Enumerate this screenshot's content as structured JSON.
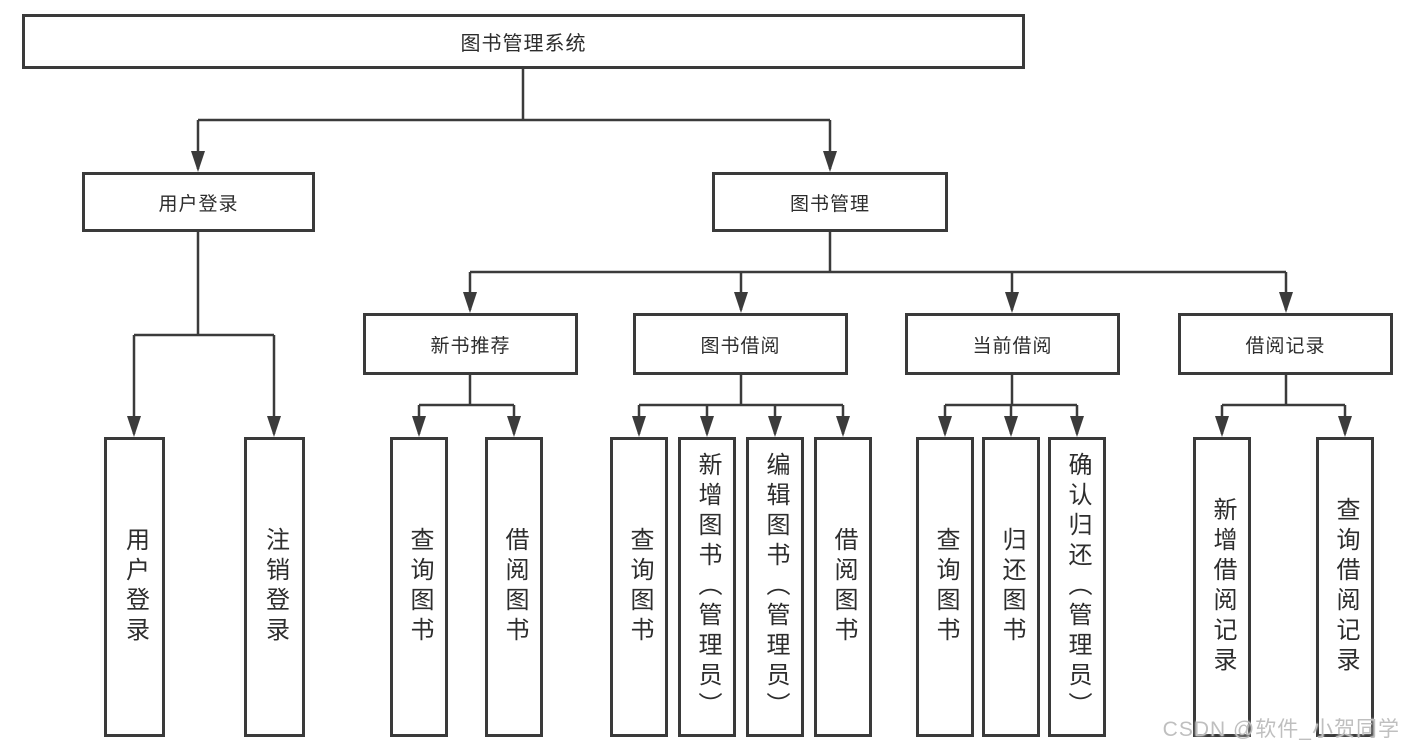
{
  "diagram_type": "hierarchy-chart",
  "tree": {
    "root": {
      "label": "图书管理系统",
      "children": [
        {
          "label": "用户登录",
          "children": [
            {
              "label": "用户登录"
            },
            {
              "label": "注销登录"
            }
          ]
        },
        {
          "label": "图书管理",
          "children": [
            {
              "label": "新书推荐",
              "children": [
                {
                  "label": "查询图书"
                },
                {
                  "label": "借阅图书"
                }
              ]
            },
            {
              "label": "图书借阅",
              "children": [
                {
                  "label": "查询图书"
                },
                {
                  "label": "新增图书（管理员）"
                },
                {
                  "label": "编辑图书（管理员）"
                },
                {
                  "label": "借阅图书"
                }
              ]
            },
            {
              "label": "当前借阅",
              "children": [
                {
                  "label": "查询图书"
                },
                {
                  "label": "归还图书"
                },
                {
                  "label": "确认归还（管理员）"
                }
              ]
            },
            {
              "label": "借阅记录",
              "children": [
                {
                  "label": "新增借阅记录"
                },
                {
                  "label": "查询借阅记录"
                }
              ]
            }
          ]
        }
      ]
    }
  },
  "watermark": {
    "text": "CSDN @软件_小贺同学"
  },
  "colors": {
    "line": "#3b3b3b",
    "box_border": "#3a3a3a",
    "box_fill": "#ffffff",
    "text": "#2d2d2d",
    "watermark": "#bfbfbf"
  }
}
